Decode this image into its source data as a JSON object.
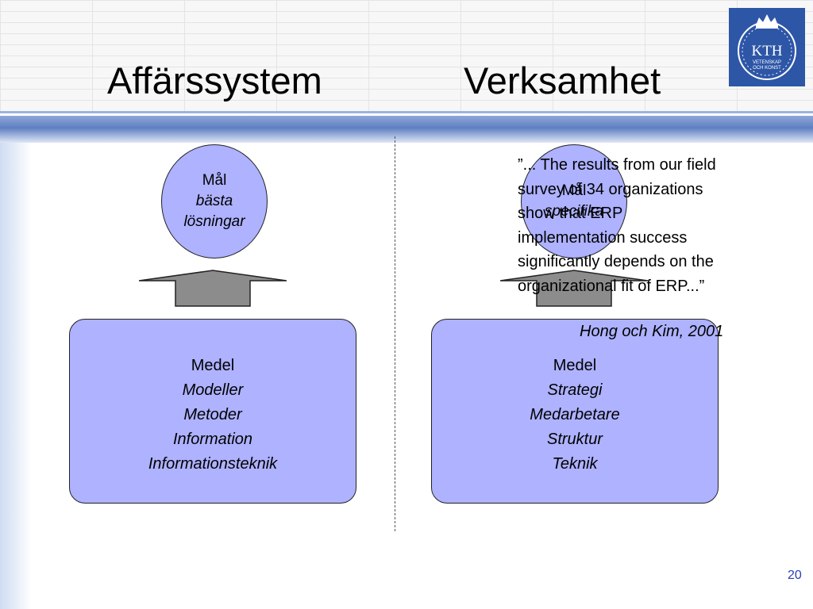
{
  "slide": {
    "title_left": "Affärssystem",
    "title_right": "Verksamhet",
    "logo": {
      "name": "kth-logo",
      "text_top": "KTH",
      "text_line1": "VETENSKAP",
      "text_line2": "OCH KONST",
      "color": "#2d56a7"
    },
    "left": {
      "goal_label": "Mål",
      "goal_line2": "bästa",
      "goal_line3": "lösningar",
      "means_label": "Medel",
      "means_items": [
        "Modeller",
        "Metoder",
        "Information",
        "Informationsteknik"
      ]
    },
    "right": {
      "goal_label": "Mål",
      "goal_line2": "specifika",
      "means_label": "Medel",
      "means_items": [
        "Strategi",
        "Medarbetare",
        "Struktur",
        "Teknik"
      ]
    },
    "quote_lines": [
      "”... The results from our field",
      "survey of 34 organizations",
      "show that ERP",
      "implementation success",
      "significantly depends on the",
      "organizational fit of ERP...”"
    ],
    "citation": "Hong och Kim, 2001",
    "page_number": "20",
    "colors": {
      "shape_fill": "#aeb2ff",
      "arrow_fill": "#8c8c8c",
      "band": "#5f7fc2",
      "page_number": "#2a3fb3"
    }
  }
}
